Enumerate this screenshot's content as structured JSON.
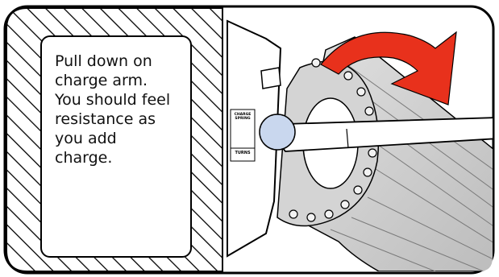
{
  "instruction": {
    "lines": [
      "Pull down on",
      "charge arm.",
      "You should feel",
      "resistance as",
      "you add",
      "charge."
    ]
  },
  "decal": {
    "top_line1": "CHARGE",
    "top_line2": "SPRING",
    "bottom": "TURNS"
  },
  "colors": {
    "arrow": "#e8311c",
    "outline": "#000000",
    "indicator_dot": "#c9d7ee",
    "background": "#ffffff"
  },
  "icons": {
    "rotation": "curved-arrow-icon"
  }
}
